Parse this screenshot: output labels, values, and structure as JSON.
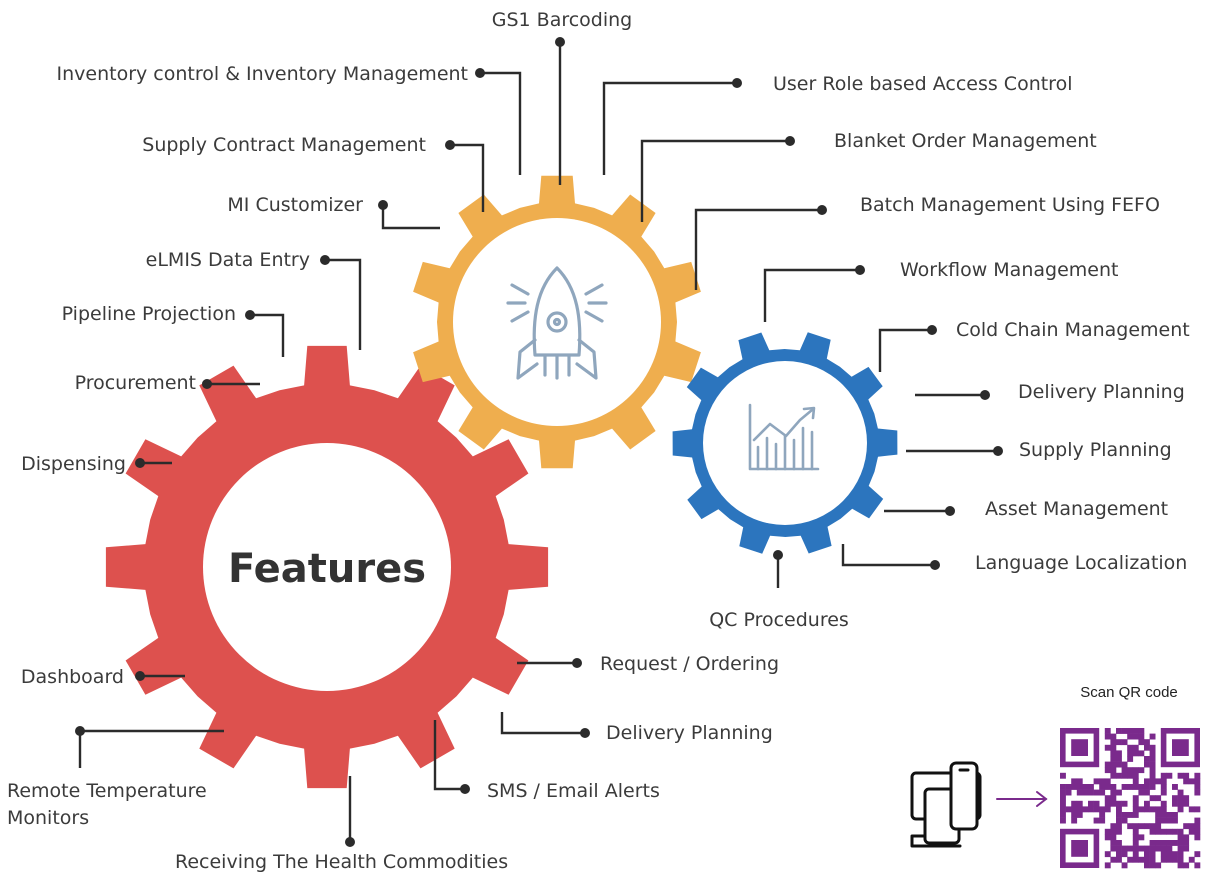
{
  "center_title": "Features",
  "colors": {
    "red_gear": "#DD514E",
    "orange_gear": "#EFAE4E",
    "blue_gear": "#2C75BE",
    "icon_stroke": "#8FA6BD",
    "connector": "#2b2b2b",
    "qr": "#7A2A8C"
  },
  "icons": {
    "orange_gear": "rocket-icon",
    "blue_gear": "growth-chart-icon",
    "device": "desktop-mobile-icon",
    "arrow": "right-arrow-icon",
    "qr": "qr-code-icon"
  },
  "labels": {
    "gs1_barcoding": "GS1 Barcoding",
    "inventory_control": "Inventory control & Inventory Management",
    "user_role_access": "User Role based Access Control",
    "supply_contract": "Supply Contract Management",
    "blanket_order": "Blanket Order Management",
    "mi_customizer": "MI Customizer",
    "batch_management": "Batch Management Using FEFO",
    "elmis_data_entry": "eLMIS Data Entry",
    "workflow_management": "Workflow Management",
    "pipeline_projection": "Pipeline Projection",
    "cold_chain": "Cold Chain Management",
    "procurement": "Procurement",
    "delivery_planning_right": "Delivery Planning",
    "dispensing": "Dispensing",
    "supply_planning": "Supply Planning",
    "asset_management": "Asset Management",
    "language_localization": "Language Localization",
    "qc_procedures": "QC Procedures",
    "request_ordering": "Request / Ordering",
    "dashboard": "Dashboard",
    "delivery_planning_bottom": "Delivery Planning",
    "remote_temp_line1": "Remote Temperature",
    "remote_temp_line2": "Monitors",
    "sms_email_alerts": "SMS / Email Alerts",
    "receiving_commodities": "Receiving The Health Commodities"
  },
  "qr": {
    "caption": "Scan QR code"
  }
}
